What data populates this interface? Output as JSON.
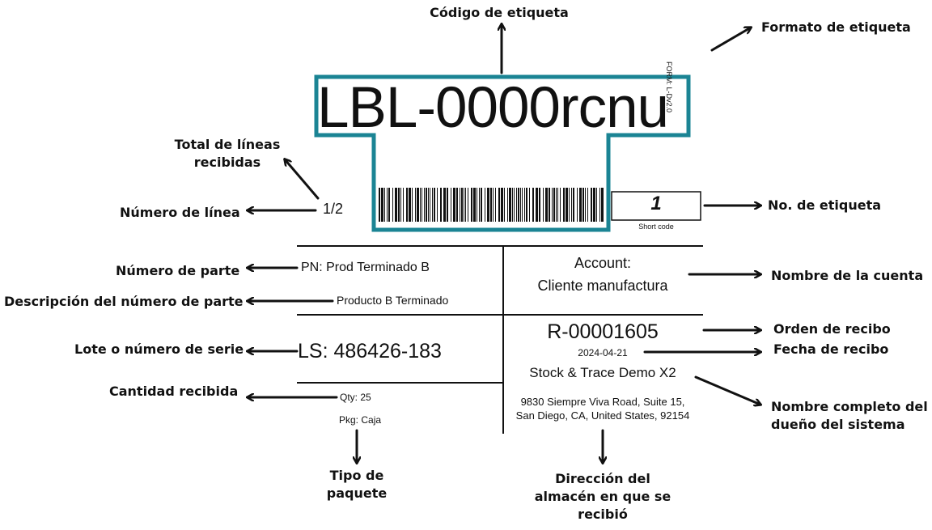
{
  "label": {
    "code": "LBL-0000rcnu",
    "form": "FORM: L-Dv2.0",
    "line_number": "1/2",
    "short_code": "1",
    "short_code_caption": "Short code",
    "part_number": "PN: Prod Terminado B",
    "part_description": "Producto B Terminado",
    "lot_serial": "LS: 486426-183",
    "qty_label": "Qty:",
    "qty_value": "25",
    "pkg_label": "Pkg:",
    "pkg_value": "Caja",
    "account_label": "Account:",
    "account_name": "Cliente manufactura",
    "receipt_order": "R-00001605",
    "receipt_date": "2024-04-21",
    "owner_name": "Stock & Trace Demo X2",
    "address_line1": "9830 Siempre Viva Road, Suite 15,",
    "address_line2": "San Diego, CA, United States, 92154"
  },
  "callouts": {
    "label_code": "Código de etiqueta",
    "label_format": "Formato de etiqueta",
    "total_lines_1": "Total de líneas",
    "total_lines_2": "recibidas",
    "line_number": "Número de línea",
    "label_no": "No. de etiqueta",
    "part_number": "Número de parte",
    "part_description": "Descripción del número de parte",
    "account_name": "Nombre de la cuenta",
    "receipt_order": "Orden de recibo",
    "receipt_date": "Fecha de recibo",
    "lot_serial": "Lote o número de serie",
    "qty_received": "Cantidad recibida",
    "owner_name_1": "Nombre completo del",
    "owner_name_2": "dueño del sistema",
    "pkg_type_1": "Tipo de",
    "pkg_type_2": "paquete",
    "warehouse_1": "Dirección del",
    "warehouse_2": "almacén en que se",
    "warehouse_3": "recibió"
  },
  "colors": {
    "frame": "#1b8494",
    "ink": "#111111"
  }
}
